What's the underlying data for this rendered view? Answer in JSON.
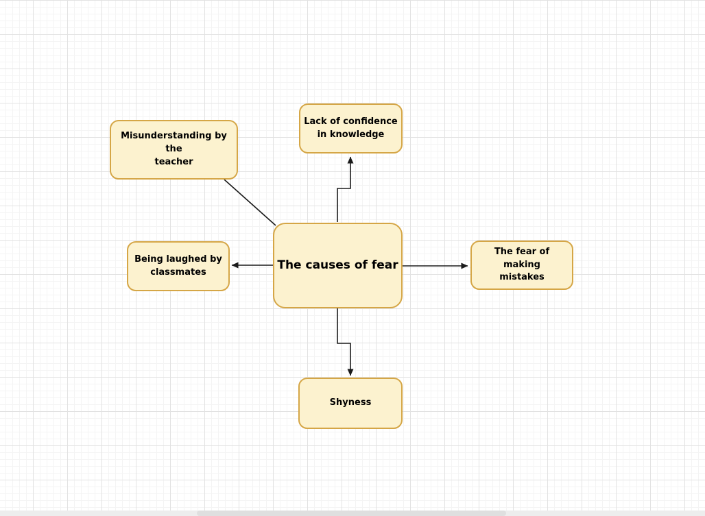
{
  "diagram": {
    "nodes": [
      {
        "id": "center",
        "label": "The causes of fear"
      },
      {
        "id": "top",
        "label": "Lack of confidence\nin knowledge"
      },
      {
        "id": "top_left",
        "label": "Misunderstanding by the\nteacher"
      },
      {
        "id": "left",
        "label": "Being laughed by\nclassmates"
      },
      {
        "id": "right",
        "label": "The fear of making\nmistakes"
      },
      {
        "id": "bottom",
        "label": "Shyness"
      }
    ],
    "connectors": [
      {
        "id": "center-to-top",
        "from": "center",
        "to": "top",
        "arrowhead": true,
        "style": "orthogonal"
      },
      {
        "id": "center-to-bottom",
        "from": "center",
        "to": "bottom",
        "arrowhead": true,
        "style": "orthogonal"
      },
      {
        "id": "center-to-left",
        "from": "center",
        "to": "left",
        "arrowhead": true,
        "style": "straight"
      },
      {
        "id": "center-to-right",
        "from": "center",
        "to": "right",
        "arrowhead": true,
        "style": "straight"
      },
      {
        "id": "topleft-to-center",
        "from": "top_left",
        "to": "center",
        "arrowhead": false,
        "style": "straight"
      }
    ],
    "colors": {
      "node_fill": "#fcf2cf",
      "node_border": "#d5a646",
      "node_text": "#000000",
      "connector": "#1a1a1a",
      "grid_minor": "#f4f4f4",
      "grid_major": "#e2e2e2",
      "canvas_background": "#ffffff"
    }
  }
}
